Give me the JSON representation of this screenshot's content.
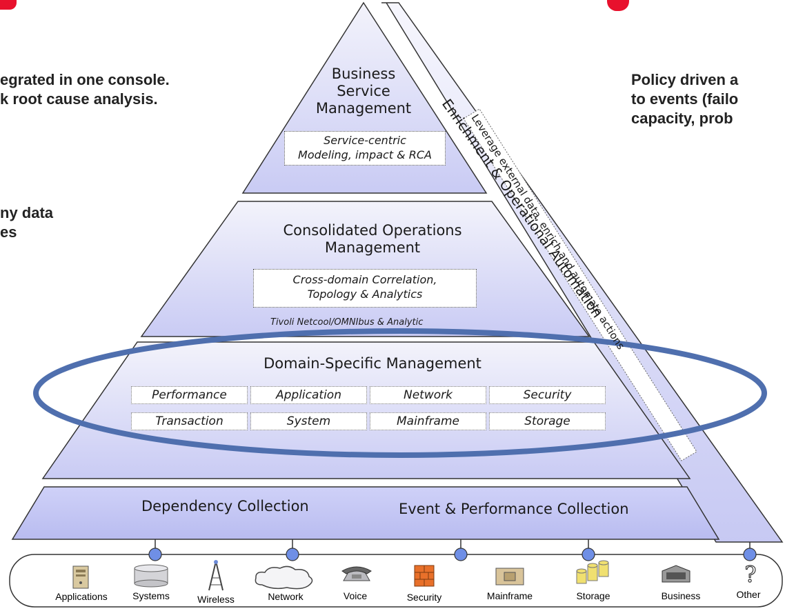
{
  "left_text": {
    "line1": "egrated in one console.",
    "line2": "k root cause analysis.",
    "line3": "ny data",
    "line4": "es"
  },
  "right_text": {
    "line1": "Policy driven a",
    "line2": "to events (failo",
    "line3": "capacity, prob"
  },
  "tiers": {
    "top": {
      "title": [
        "Business",
        "Service",
        "Management"
      ],
      "box": [
        "Service-centric",
        "Modeling, impact & RCA"
      ]
    },
    "middle": {
      "title": [
        "Consolidated Operations",
        "Management"
      ],
      "box": [
        "Cross-domain Correlation,",
        "Topology & Analytics"
      ],
      "product": "Tivoli Netcool/OMNIbus & Analytic"
    },
    "domain": {
      "title": "Domain-Specific Management",
      "cells": [
        "Performance",
        "Application",
        "Network",
        "Security",
        "Transaction",
        "System",
        "Mainframe",
        "Storage"
      ]
    },
    "base": {
      "left": "Dependency Collection",
      "right": "Event & Performance Collection"
    }
  },
  "side_band": {
    "title": "Enrichment & Operational Automation",
    "subtitle": "Leverage external data, enrich and automate actions"
  },
  "sources": [
    "Applications",
    "Systems",
    "Wireless",
    "Network",
    "Voice",
    "Security",
    "Mainframe",
    "Storage",
    "Business",
    "Other"
  ],
  "colors": {
    "tier_fill_light": "#ececf7",
    "tier_fill_dark": "#c9cbf4",
    "ellipse": "#4f6fae",
    "connector_dot": "#6f8fe6",
    "title_red": "#e8112d"
  }
}
